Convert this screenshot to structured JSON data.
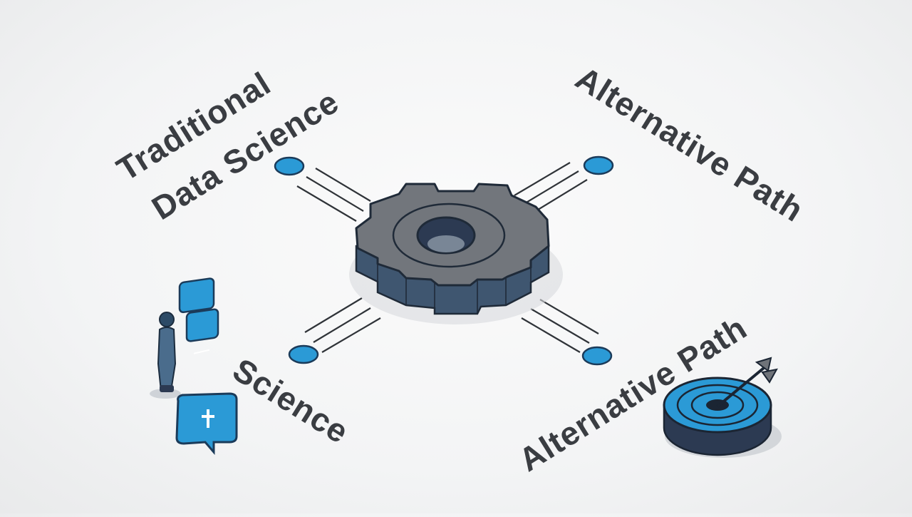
{
  "labels": {
    "top_left_line1": "Traditional",
    "top_left_line2": "Data Science",
    "top_right": "Alternative Path",
    "bottom_left": "Science",
    "bottom_right": "Alternative Path"
  },
  "icons": {
    "center": "gear-icon",
    "bottom_left": "person-with-chat-bubbles-icon",
    "bottom_right": "target-with-arrow-icon"
  },
  "colors": {
    "accent_blue": "#2b9ad6",
    "gear_gray": "#6f7379",
    "dark_navy": "#2c3a52",
    "text": "#3a3d42"
  }
}
